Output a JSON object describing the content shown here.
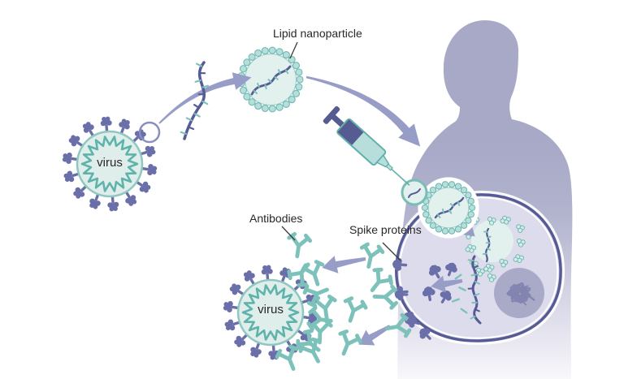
{
  "diagram": {
    "labels": {
      "lipid_nanoparticle": "Lipid nanoparticle",
      "antibodies": "Antibodies",
      "spike_proteins": "Spike proteins",
      "virus_top": "virus",
      "virus_bottom": "virus"
    },
    "colors": {
      "virus_fill": "#dfeeeb",
      "virus_outline": "#8fc7c1",
      "virus_zigzag": "#5fb3ab",
      "spike": "#6a6fa9",
      "arrow": "#989dc8",
      "body_top": "#a7a9c7",
      "cell_fill": "#dddcec",
      "cell_outline": "#565b95",
      "nucleus_fill": "#a9aac8",
      "nucleus_dna": "#8385b0",
      "antibody": "#7cc2bb",
      "mrna": "#565b95",
      "mrna_tick": "#7cc2bb",
      "bead_fill": "#b7dedb",
      "bead_stroke": "#6fb9b2",
      "nanoparticle_fill": "#e3f1ee",
      "syringe_barrel": "#b7dedb",
      "syringe_stroke": "#5fb0a9",
      "syringe_plunger": "#565b92",
      "label_text": "#2b2728",
      "pointer_line": "#3c3c3c"
    }
  }
}
